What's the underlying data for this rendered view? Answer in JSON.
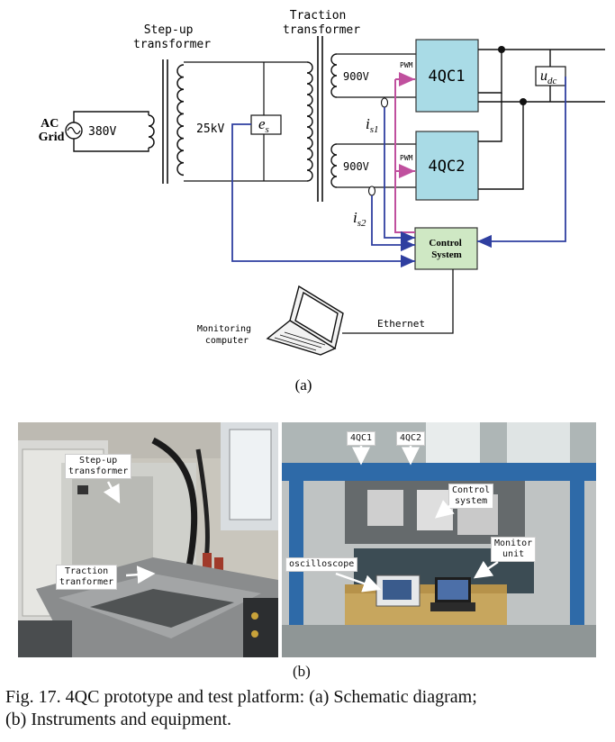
{
  "schematic": {
    "ac_grid": "AC\nGrid",
    "grid_voltage": "380V",
    "stepup_label": "Step-up\ntransformer",
    "traction_label": "Traction\ntransformer",
    "secondary_voltage": "25kV",
    "es_label": "e",
    "es_sub": "s",
    "winding1_voltage": "900V",
    "winding2_voltage": "900V",
    "is1_label": "i",
    "is1_sub": "s1",
    "is2_label": "i",
    "is2_sub": "s2",
    "pwm1": "PWM",
    "pwm2": "PWM",
    "qc1": "4QC1",
    "qc2": "4QC2",
    "udc_label": "u",
    "udc_sub": "dc",
    "control_system": "Control\nSystem",
    "ethernet": "Ethernet",
    "monitoring_computer": "Monitoring\ncomputer",
    "panel_a": "(a)",
    "colors": {
      "block_fill": "#a9dbe6",
      "control_fill": "#cfe8c4",
      "pwm_arrow": "#c0509e",
      "signal_arrow": "#2f3fa0"
    }
  },
  "photos": {
    "left_labels": [
      "Step-up\ntransformer",
      "Traction\ntranformer"
    ],
    "right_labels": [
      "4QC1",
      "4QC2",
      "Control\nsystem",
      "Monitor\nunit",
      "oscilloscope"
    ],
    "panel_b": "(b)"
  },
  "caption": {
    "line1": "Fig. 17. 4QC prototype and test platform: (a) Schematic diagram;",
    "line2": "(b) Instruments and equipment."
  }
}
